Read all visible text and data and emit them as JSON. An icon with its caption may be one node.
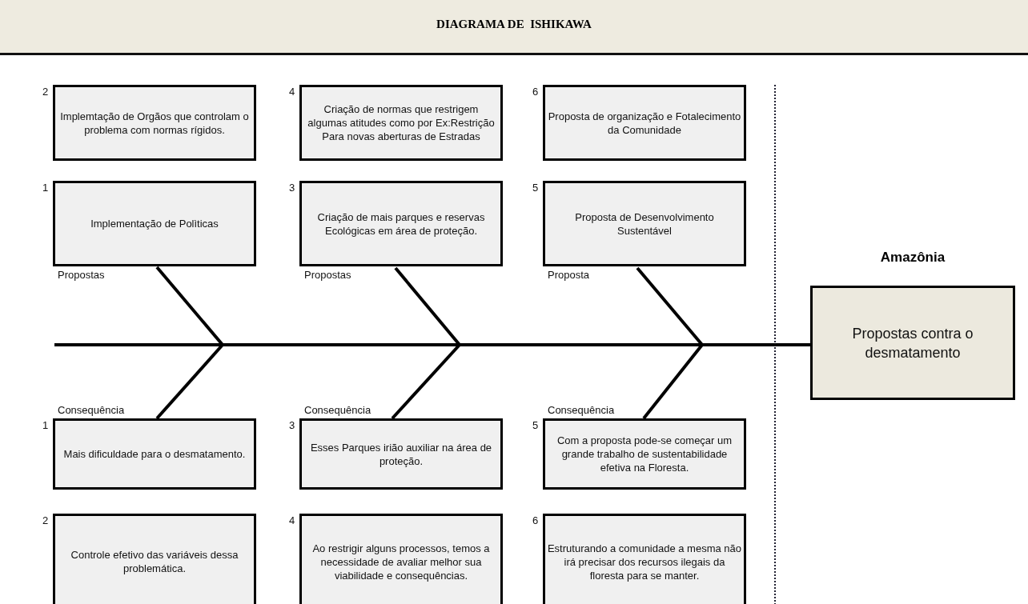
{
  "diagram": {
    "title": "DIAGRAMA DE  ISHIKAWA",
    "nodes": [
      {
        "text": [
          "Implemtação de Orgãos que controlam o problema com normas rígidos."
        ],
        "beside": [
          "2"
        ]
      },
      {
        "text": [
          "Criação de normas que restrigem algumas atitudes como por Ex:Restrição Para novas aberturas de Estradas"
        ],
        "beside": [
          "4"
        ]
      },
      {
        "text": [
          "Proposta de organização e Fotalecimento da Comunidade"
        ],
        "beside": [
          "6"
        ]
      },
      {
        "text": [
          "Implementação de Polìticas"
        ],
        "beside": [
          "1",
          "Propostas"
        ]
      },
      {
        "text": [
          "Criação de mais parques e reservas Ecológicas em área de proteção."
        ],
        "beside": [
          "3",
          "Propostas"
        ]
      },
      {
        "text": [
          "Proposta de Desenvolvimento Sustentável"
        ],
        "beside": [
          "5",
          "Proposta"
        ]
      },
      {
        "text": [
          "Amazônia",
          "Propostas contra o desmatamento"
        ]
      },
      {
        "text": [
          "Mais dificuldade para o desmatamento."
        ],
        "beside": [
          "Consequência",
          "1"
        ]
      },
      {
        "text": [
          "Esses Parques irião auxiliar na área de proteção."
        ],
        "beside": [
          "Consequência",
          "3"
        ]
      },
      {
        "text": [
          "Com a proposta pode-se começar um grande trabalho de sustentabilidade efetiva na Floresta."
        ],
        "beside": [
          "Consequência",
          "5"
        ]
      },
      {
        "text": [
          "Controle efetivo das variáveis dessa problemática."
        ],
        "beside": [
          "2"
        ]
      },
      {
        "text": [
          "Ao restrigir alguns processos, temos a necessidade de avaliar melhor sua viabilidade e consequências."
        ],
        "beside": [
          "4"
        ]
      },
      {
        "text": [
          "Estruturando a comunidade a mesma não irá precisar dos recursos  ilegais da floresta para se manter."
        ],
        "beside": [
          "6"
        ]
      }
    ],
    "edges": [
      {
        "from": 3,
        "to": null,
        "arrow": "none"
      },
      {
        "from": 7,
        "to": null,
        "arrow": "none"
      },
      {
        "from": 4,
        "to": null,
        "arrow": "none"
      },
      {
        "from": 8,
        "to": null,
        "arrow": "none"
      },
      {
        "from": 5,
        "to": null,
        "arrow": "none"
      },
      {
        "from": 9,
        "to": null,
        "arrow": "none"
      },
      {
        "from": null,
        "to": 6,
        "arrow": "none"
      }
    ]
  }
}
